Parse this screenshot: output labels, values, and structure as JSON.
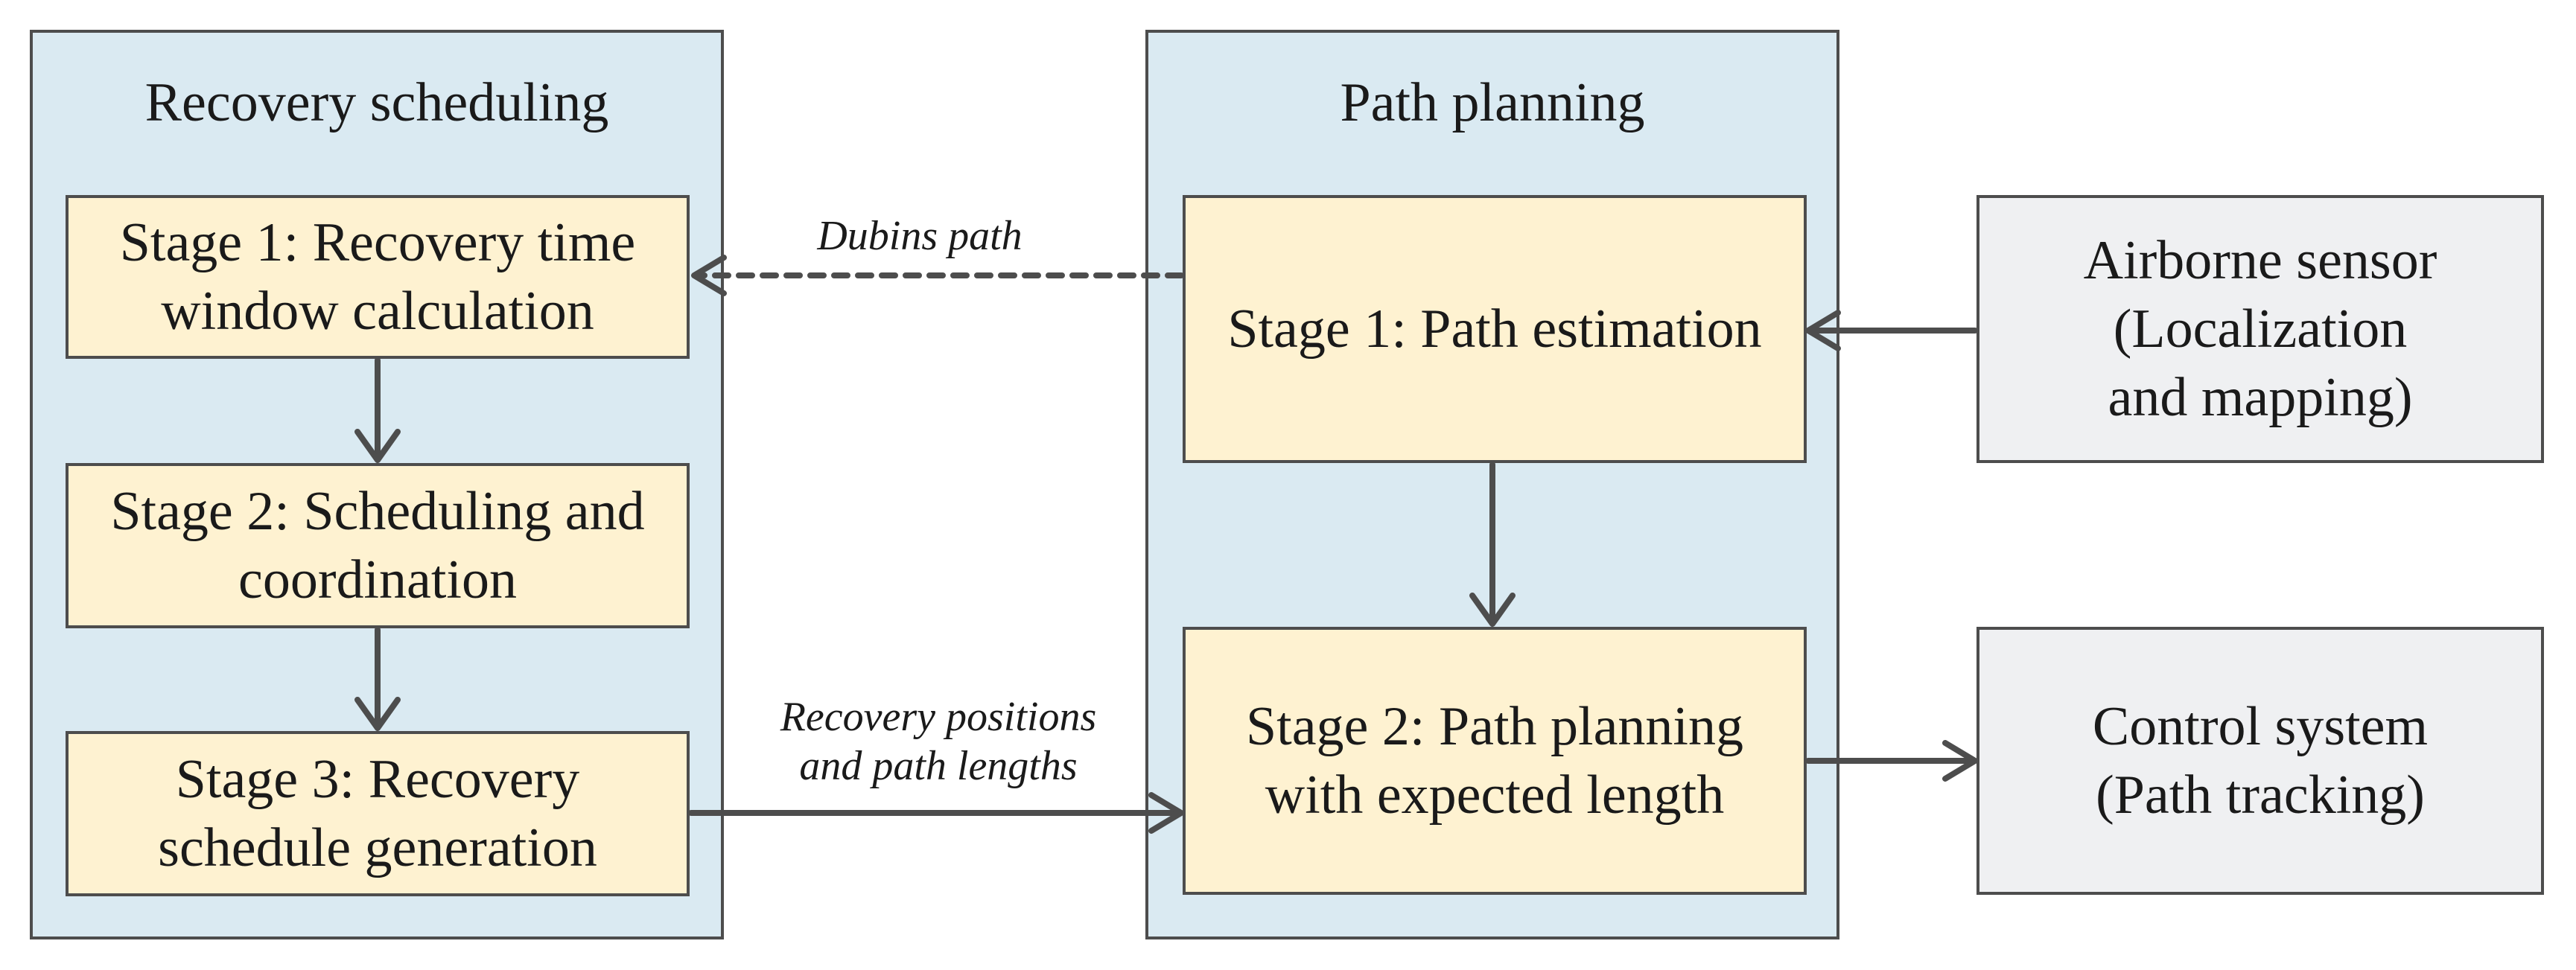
{
  "panels": {
    "recovery": {
      "title": "Recovery scheduling"
    },
    "path": {
      "title": "Path planning"
    }
  },
  "stages": {
    "rs1": {
      "line1": "Stage 1: Recovery time",
      "line2": "window calculation"
    },
    "rs2": {
      "line1": "Stage 2: Scheduling and",
      "line2": "coordination"
    },
    "rs3": {
      "line1": "Stage 3: Recovery",
      "line2": "schedule  generation"
    },
    "pp1": {
      "line1": "Stage 1: Path estimation"
    },
    "pp2": {
      "line1": "Stage 2: Path planning",
      "line2": "with expected length"
    }
  },
  "external": {
    "sensor": {
      "line1": "Airborne sensor",
      "line2": "(Localization",
      "line3": "and mapping)"
    },
    "control": {
      "line1": "Control system",
      "line2": "(Path tracking)"
    }
  },
  "edge_labels": {
    "dubins": "Dubins path",
    "recovery_line1": "Recovery positions",
    "recovery_line2": "and path lengths"
  },
  "colors": {
    "panel_fill": "#daeaf2",
    "stage_fill": "#fef2d1",
    "external_fill": "#eff0f2",
    "stroke": "#4d4d4d"
  }
}
